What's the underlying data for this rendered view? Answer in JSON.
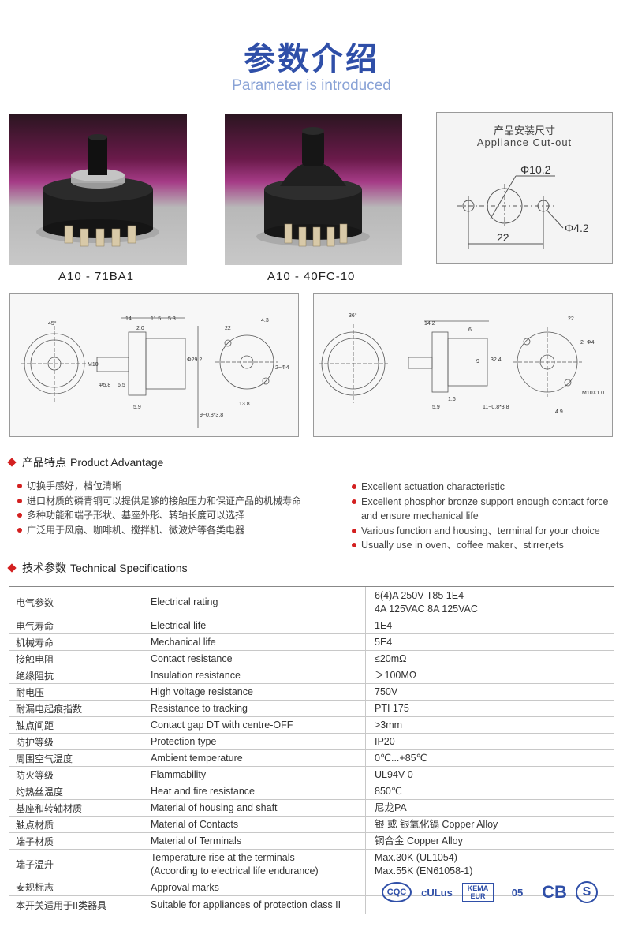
{
  "header": {
    "title_cn": "参数介绍",
    "title_en": "Parameter is introduced"
  },
  "products": [
    {
      "label": "A10 - 71BA1"
    },
    {
      "label": "A10 - 40FC-10"
    }
  ],
  "cutout": {
    "title_cn": "产品安装尺寸",
    "title_en": "Appliance Cut-out",
    "dim_hole": "Φ10.2",
    "dim_small": "Φ4.2",
    "dim_spacing": "22"
  },
  "drawing1": {
    "labels": [
      "45°",
      "14",
      "11.5",
      "5.3",
      "2.0",
      "M10",
      "6.5",
      "Φ5.8",
      "5.9",
      "13.8",
      "Φ29.2",
      "22",
      "4.3",
      "2~Φ4",
      "9~0.8*3.8"
    ]
  },
  "drawing2": {
    "labels": [
      "36°",
      "14.2",
      "9",
      "6",
      "32.4",
      "5.9",
      "1.6",
      "11~0.8*3.8",
      "22",
      "2~Φ4",
      "M10X1.0",
      "4.9"
    ]
  },
  "advantage": {
    "title_cn": "产品特点",
    "title_en": "Product Advantage",
    "items_cn": [
      "切换手感好，档位清晰",
      "进口材质的磷青铜可以提供足够的接触压力和保证产品的机械寿命",
      "多种功能和端子形状、基座外形、转轴长度可以选择",
      "广泛用于风扇、咖啡机、搅拌机、微波炉等各类电器"
    ],
    "items_en": [
      {
        "line1": "Excellent actuation characteristic",
        "line2": ""
      },
      {
        "line1": "Excellent phosphor bronze support enough contact force",
        "line2": "and ensure mechanical life"
      },
      {
        "line1": "Various function and housing、terminal for your choice",
        "line2": ""
      },
      {
        "line1": "Usually use in oven、coffee maker、stirrer,ets",
        "line2": ""
      }
    ]
  },
  "spec": {
    "title_cn": "技术参数",
    "title_en": "Technical Specifications",
    "rows": [
      {
        "cn": "电气参数",
        "en": "Electrical rating",
        "en2": "",
        "v1": "6(4)A  250V T85 1E4",
        "v2": "4A  125VAC  8A 125VAC"
      },
      {
        "cn": "电气寿命",
        "en": "Electrical life",
        "en2": "",
        "v1": "1E4",
        "v2": ""
      },
      {
        "cn": "机械寿命",
        "en": "Mechanical life",
        "en2": "",
        "v1": "5E4",
        "v2": ""
      },
      {
        "cn": "接触电阻",
        "en": "Contact resistance",
        "en2": "",
        "v1": "≤20mΩ",
        "v2": ""
      },
      {
        "cn": "绝缘阻抗",
        "en": "Insulation resistance",
        "en2": "",
        "v1": "＞100MΩ",
        "v2": ""
      },
      {
        "cn": "耐电压",
        "en": "High voltage resistance",
        "en2": "",
        "v1": "750V",
        "v2": ""
      },
      {
        "cn": "耐漏电起痕指数",
        "en": "Resistance to tracking",
        "en2": "",
        "v1": "PTI 175",
        "v2": ""
      },
      {
        "cn": "触点间距",
        "en": "Contact gap DT with centre-OFF",
        "en2": "",
        "v1": ">3mm",
        "v2": ""
      },
      {
        "cn": "防护等级",
        "en": "Protection type",
        "en2": "",
        "v1": "IP20",
        "v2": ""
      },
      {
        "cn": "周围空气温度",
        "en": "Ambient temperature",
        "en2": "",
        "v1": "0℃...+85℃",
        "v2": ""
      },
      {
        "cn": "防火等级",
        "en": "Flammability",
        "en2": "",
        "v1": "UL94V-0",
        "v2": ""
      },
      {
        "cn": "灼热丝温度",
        "en": "Heat and fire resistance",
        "en2": "",
        "v1": "850℃",
        "v2": ""
      },
      {
        "cn": "基座和转轴材质",
        "en": "Material of housing and shaft",
        "en2": "",
        "v1": "尼龙PA",
        "v2": ""
      },
      {
        "cn": "触点材质",
        "en": "Material of Contacts",
        "en2": "",
        "v1": "银 或 银氧化镉 Copper Alloy",
        "v2": ""
      },
      {
        "cn": "端子材质",
        "en": "Material of Terminals",
        "en2": "",
        "v1": "铜合金 Copper Alloy",
        "v2": ""
      },
      {
        "cn": "端子温升",
        "en": "Temperature rise at the terminals",
        "en2": "(According to electrical life endurance)",
        "v1": "Max.30K (UL1054)",
        "v2": "Max.55K (EN61058-1)"
      }
    ],
    "approval": {
      "cn": "安规标志",
      "en": "Approval marks"
    },
    "class2": {
      "cn": "本开关适用于II类器具",
      "en": "Suitable for appliances of protection class  II"
    },
    "marks": [
      "CQC",
      "cULus",
      "KEMA EUR",
      "05",
      "CB",
      "S"
    ]
  },
  "colors": {
    "title": "#2f4fa8",
    "accent": "#d32020",
    "subtitle": "#8aa3d6"
  }
}
